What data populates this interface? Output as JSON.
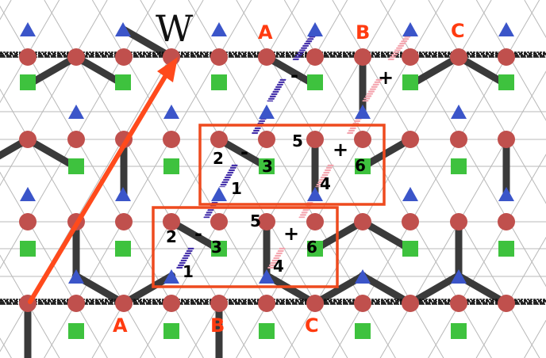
{
  "colors": {
    "lattice": "#b8b8b8",
    "bond": "#3a3a3a",
    "site_red": "#c0504d",
    "site_green": "#3ec23e",
    "site_blue": "#3b55c9",
    "arrow": "#ff4a1c",
    "boxes": "#ee4a1e",
    "labels_abc": "#ff3b10",
    "stroke_purple": "#3f2aa8",
    "stroke_pink": "#f4a3ad",
    "boundary": "#111111"
  },
  "labels": {
    "winding": "W",
    "top_row": [
      "A",
      "B",
      "C"
    ],
    "bottom_row": [
      "A",
      "B",
      "C"
    ],
    "box_upper": {
      "n1": "1",
      "n2": "2",
      "n3": "3",
      "n4": "4",
      "n5": "5",
      "n6": "6",
      "minus": "-",
      "plus": "+"
    },
    "box_lower": {
      "n1": "1",
      "n2": "2",
      "n3": "3",
      "n4": "4",
      "n5": "5",
      "n6": "6",
      "minus": "-",
      "plus": "+"
    },
    "top_minus": "-",
    "top_plus": "+"
  },
  "icons": {
    "red_site": "red-circle-site-icon",
    "green_site": "green-square-site-icon",
    "blue_site": "blue-triangle-site-icon"
  }
}
